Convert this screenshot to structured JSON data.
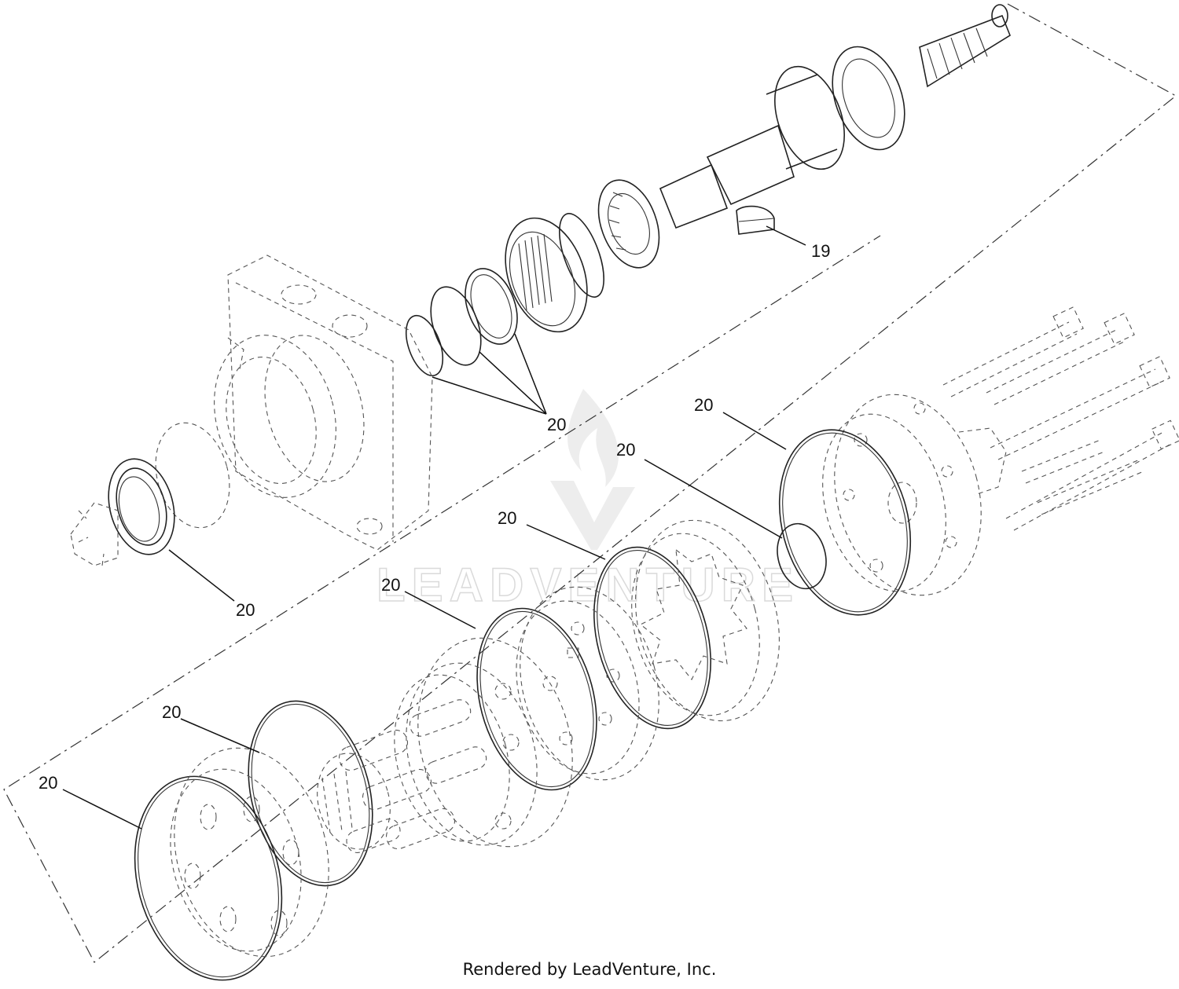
{
  "diagram": {
    "callouts": [
      {
        "id": "c19",
        "label": "19"
      },
      {
        "id": "c20a",
        "label": "20"
      },
      {
        "id": "c20b",
        "label": "20"
      },
      {
        "id": "c20c",
        "label": "20"
      },
      {
        "id": "c20d",
        "label": "20"
      },
      {
        "id": "c20e",
        "label": "20"
      },
      {
        "id": "c20f",
        "label": "20"
      },
      {
        "id": "c20g",
        "label": "20"
      },
      {
        "id": "c20h",
        "label": "20"
      }
    ],
    "watermark": {
      "text": "LEADVENTURE",
      "logo_icon": "leadventure-flame-logo"
    }
  },
  "footer": {
    "credit": "Rendered by LeadVenture, Inc."
  }
}
